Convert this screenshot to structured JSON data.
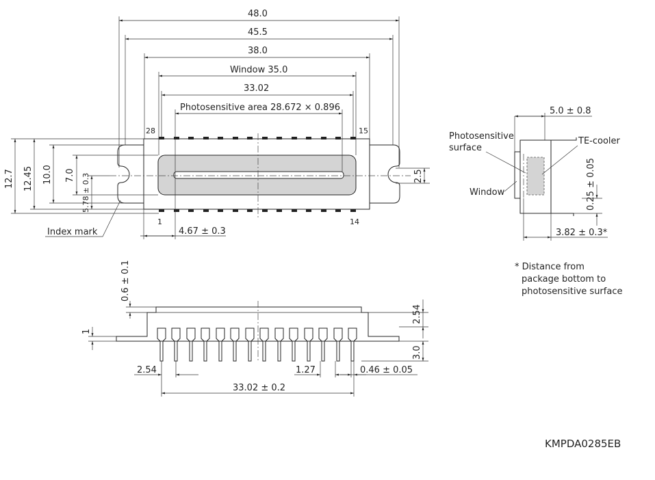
{
  "top_view": {
    "dim_overall": "48.0",
    "dim_flange": "45.5",
    "dim_body": "38.0",
    "dim_window": "Window 35.0",
    "dim_pitch_span": "33.02",
    "dim_photo_area": "Photosensitive area 28.672 × 0.896",
    "pin_28": "28",
    "pin_15": "15",
    "pin_1": "1",
    "pin_14": "14",
    "dim_h_127": "12.7",
    "dim_h_1245": "12.45",
    "dim_h_100": "10.0",
    "dim_h_70": "7.0",
    "dim_h_578": "5.78 ± 0.3",
    "dim_hole": "2.5",
    "dim_pin1_offset": "4.67 ± 0.3",
    "index_mark": "Index mark"
  },
  "side_view": {
    "dim_depth": "5.0 ± 0.8",
    "photo_surface_1": "Photosensitive",
    "photo_surface_2": "surface",
    "te_cooler": "TE-cooler",
    "window": "Window",
    "dim_025": "0.25 ± 0.05",
    "dim_382": "3.82 ± 0.3*"
  },
  "note": {
    "line1": "* Distance from",
    "line2": "package bottom to",
    "line3": "photosensitive surface"
  },
  "front_view": {
    "dim_06": "0.6 ± 0.1",
    "dim_1": "1",
    "dim_254v": "2.54",
    "dim_30": "3.0",
    "dim_254": "2.54",
    "dim_127": "1.27",
    "dim_046": "0.46 ± 0.05",
    "dim_3302": "33.02 ± 0.2"
  },
  "drawing_code": "KMPDA0285EB"
}
